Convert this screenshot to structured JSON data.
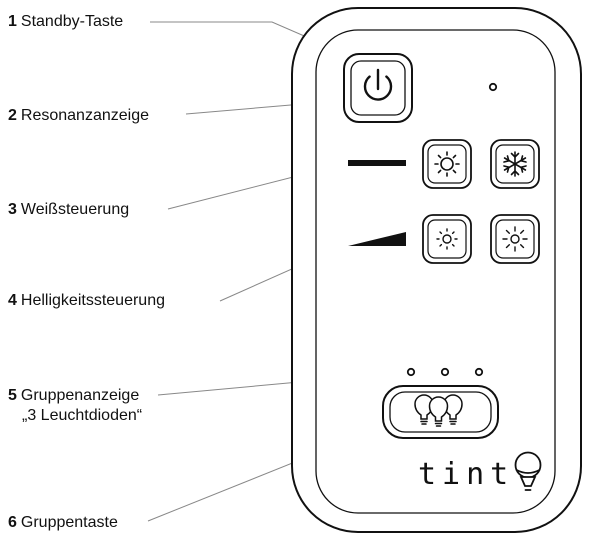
{
  "labels": [
    {
      "num": "1",
      "text": "Standby-Taste"
    },
    {
      "num": "2",
      "text": "Resonanzanzeige"
    },
    {
      "num": "3",
      "text": "Weißsteuerung"
    },
    {
      "num": "4",
      "text": "Helligkeitssteuerung"
    },
    {
      "num": "5",
      "text": "Gruppenanzeige",
      "sub": "„3 Leuchtdioden“"
    },
    {
      "num": "6",
      "text": "Gruppentaste"
    }
  ],
  "brand": "tint",
  "icons": {
    "standby": "power-icon",
    "white_warm": "sun-outline-icon",
    "white_cold": "snowflake-icon",
    "brightness_down": "sun-dim-icon",
    "brightness_up": "sun-bright-icon",
    "group": "three-bulbs-icon",
    "brand": "bulb-icon"
  },
  "group_led_count": 3
}
